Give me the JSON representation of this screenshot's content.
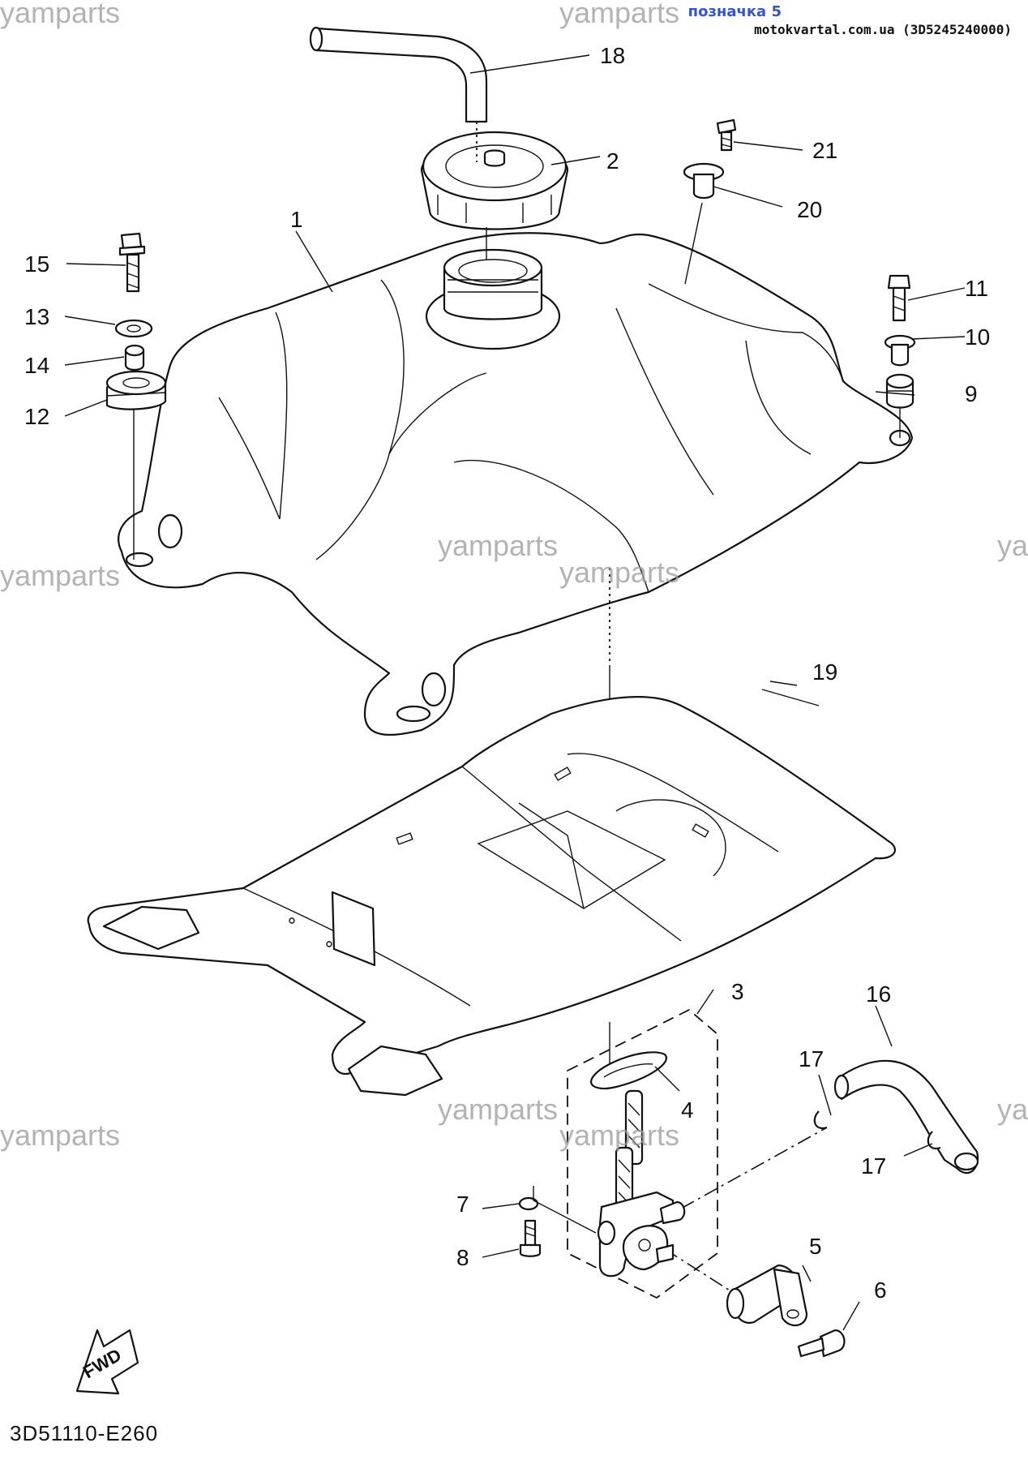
{
  "header": {
    "tag": "позначка 5",
    "source": "motokvartal.com.ua (3D5245240000)"
  },
  "watermark": "yamparts",
  "drawing_code": "3D51110-E260",
  "fwd_label": "FWD",
  "callouts": {
    "c1": "1",
    "c2": "2",
    "c3": "3",
    "c4": "4",
    "c5": "5",
    "c6": "6",
    "c7": "7",
    "c8": "8",
    "c9": "9",
    "c10": "10",
    "c11": "11",
    "c12": "12",
    "c13": "13",
    "c14": "14",
    "c15": "15",
    "c16": "16",
    "c17a": "17",
    "c17b": "17",
    "c18": "18",
    "c19": "19",
    "c20": "20",
    "c21": "21"
  },
  "colors": {
    "line": "#111111",
    "watermark": "#9a9a9a",
    "tag": "#3355cc"
  }
}
